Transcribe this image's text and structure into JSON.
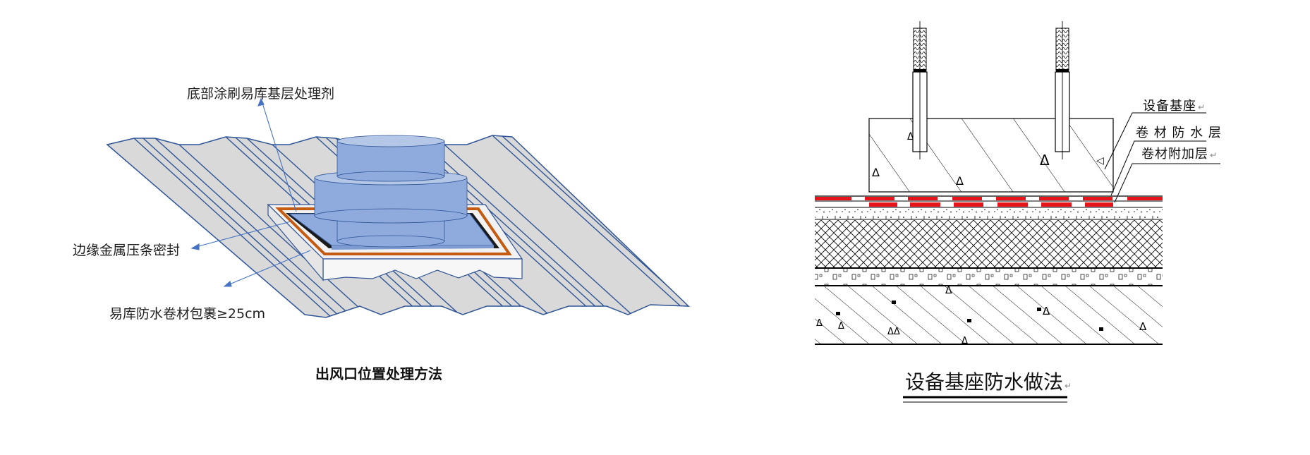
{
  "left_diagram": {
    "title": "出风口位置处理方法",
    "labels": {
      "primer": "底部涂刷易库基层处理剂",
      "metal_strip": "边缘金属压条密封",
      "membrane_wrap": "易库防水卷材包裹≥25cm"
    },
    "colors": {
      "sheet_fill": "#d9d9d9",
      "sheet_line": "#2f5597",
      "vent_fill": "#8faadc",
      "vent_top": "#b4c7e7",
      "flashing_orange": "#c55a11",
      "seal_black": "#1a1a1a",
      "curb_fill": "#f2f2f2",
      "leader_line": "#4472c4"
    }
  },
  "right_diagram": {
    "title": "设备基座防水做法",
    "return_mark": "↵",
    "labels": {
      "base": "设备基座",
      "membrane": "卷 材 防 水 层",
      "additional": "卷材附加层"
    },
    "colors": {
      "line": "#000000",
      "membrane_red": "#e8141c"
    }
  }
}
